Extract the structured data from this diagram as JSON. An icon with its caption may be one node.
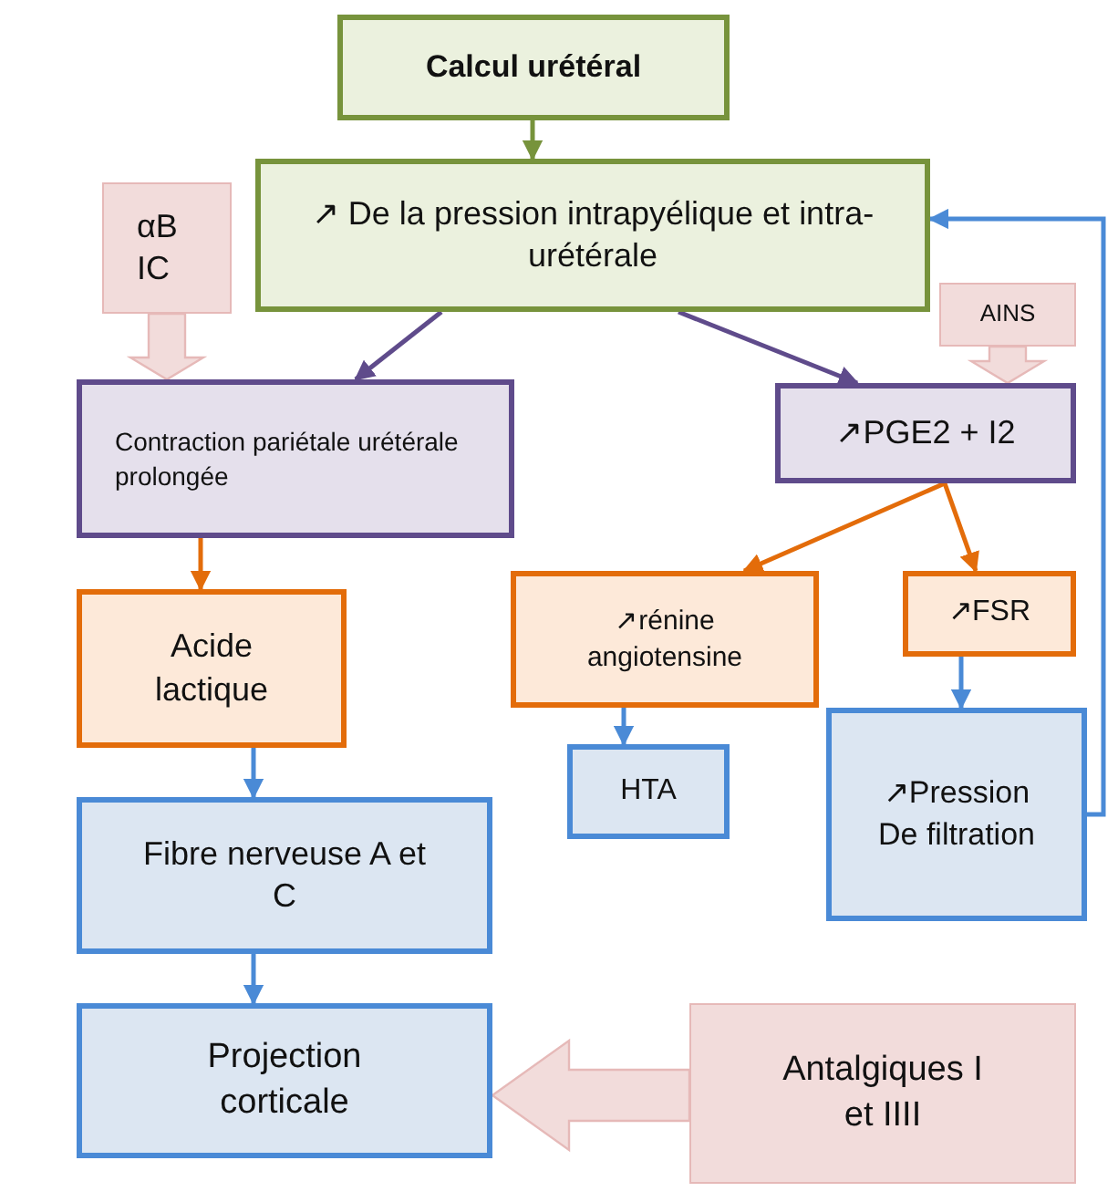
{
  "diagram": {
    "nodes": [
      {
        "text": [
          "Calcul urétéral"
        ]
      },
      {
        "text": [
          "↗ De la pression intrapyélique et intra-urétérale"
        ]
      },
      {
        "text": [
          "αB IC"
        ]
      },
      {
        "text": [
          "Contraction pariétale urétérale prolongée"
        ]
      },
      {
        "text": [
          "AINS"
        ]
      },
      {
        "text": [
          "↗PGE2 + I2"
        ]
      },
      {
        "text": [
          "Acide lactique"
        ]
      },
      {
        "text": [
          "↗rénine angiotensine"
        ]
      },
      {
        "text": [
          "↗FSR"
        ]
      },
      {
        "text": [
          "HTA"
        ]
      },
      {
        "text": [
          "↗Pression De filtration"
        ]
      },
      {
        "text": [
          "Fibre nerveuse A et C"
        ]
      },
      {
        "text": [
          "Projection corticale"
        ]
      },
      {
        "text": [
          "Antalgiques I et IIII"
        ]
      }
    ],
    "edges": [
      {
        "from": 0,
        "to": 1,
        "arrow": "to",
        "color": "#77933c"
      },
      {
        "from": 1,
        "to": 3,
        "arrow": "to",
        "color": "#5f4b8b"
      },
      {
        "from": 1,
        "to": 5,
        "arrow": "to",
        "color": "#5f4b8b"
      },
      {
        "from": 2,
        "to": 3,
        "arrow": "to",
        "style": "thick",
        "color": "#f2dcdb"
      },
      {
        "from": 4,
        "to": 5,
        "arrow": "to",
        "style": "thick",
        "color": "#f2dcdb"
      },
      {
        "from": 3,
        "to": 6,
        "arrow": "to",
        "color": "#e36c0a"
      },
      {
        "from": 5,
        "to": 7,
        "arrow": "to",
        "color": "#e36c0a"
      },
      {
        "from": 5,
        "to": 8,
        "arrow": "to",
        "color": "#e36c0a"
      },
      {
        "from": 6,
        "to": 11,
        "arrow": "to"
      },
      {
        "from": 7,
        "to": 9,
        "arrow": "to"
      },
      {
        "from": 8,
        "to": 10,
        "arrow": "to"
      },
      {
        "from": 10,
        "to": 1,
        "arrow": "to"
      },
      {
        "from": 11,
        "to": 12,
        "arrow": "to"
      },
      {
        "from": 13,
        "to": 12,
        "arrow": "to",
        "style": "thick",
        "color": "#f2dcdb"
      }
    ]
  }
}
